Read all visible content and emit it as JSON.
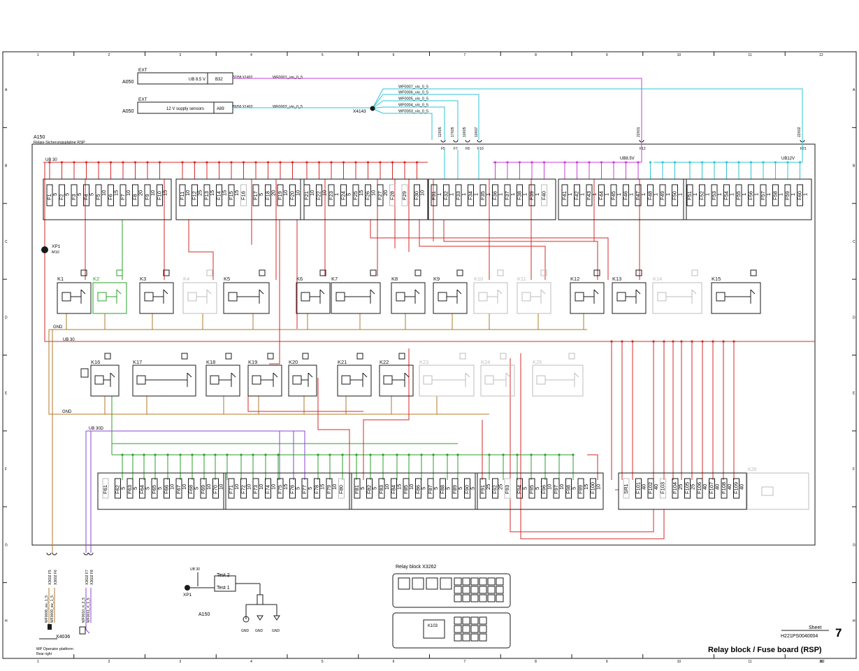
{
  "colors": {
    "red": "#d62828",
    "green": "#2aa02a",
    "cyan": "#2ec4d6",
    "magenta": "#c83cd8",
    "purple": "#8a44d0",
    "brown": "#b07a2a",
    "black": "#1a1a1a",
    "grey": "#bdbdbd"
  },
  "grid": {
    "columns": [
      "1",
      "2",
      "3",
      "4",
      "5",
      "6",
      "7",
      "8",
      "9",
      "10",
      "11",
      "12"
    ],
    "rows": [
      "A",
      "B",
      "C",
      "D",
      "E",
      "F",
      "G",
      "H"
    ]
  },
  "board": {
    "id": "A150",
    "name": "Relais-Sicherungsplatine RSP"
  },
  "ext": [
    {
      "ref": "A050",
      "label": "EXT",
      "name": "UB 8.5 V",
      "pin": "B32",
      "conn": "32/58 X1402",
      "wire": "WF0001_vio_0_5"
    },
    {
      "ref": "A050",
      "label": "EXT",
      "name": "12 V supply sensors",
      "pin": "A89",
      "conn": "89/56 X1403",
      "wire": "WF0002_vio_0_5"
    }
  ],
  "splice": "X4143",
  "wf_wires": [
    "WF0007_vio_0_5",
    "WF0006_vio_0_5",
    "WF0005_vio_0_5",
    "WF0004_vio_0_5",
    "WF0003_vio_0_5"
  ],
  "top_conns": [
    {
      "name": "12X05",
      "pin": "F5"
    },
    {
      "name": "17X05",
      "pin": "F7"
    },
    {
      "name": "10X05",
      "pin": "F8"
    },
    {
      "name": "10X07",
      "pin": "F10"
    },
    {
      "name": "22X01",
      "pin": "F12"
    },
    {
      "name": "22X02",
      "pin": "F21"
    }
  ],
  "rails": {
    "ub30": "UB 30",
    "ub85": "UB8.5V",
    "ub12": "UB12V",
    "gnd": "GND",
    "ub30d": "UB 30D"
  },
  "fuse_groups_row1": [
    [
      [
        "F1",
        "5"
      ],
      [
        "F2",
        "5"
      ],
      [
        "F3",
        "5"
      ],
      [
        "F4",
        "5"
      ],
      [
        "F5",
        "10"
      ],
      [
        "F6",
        "15"
      ],
      [
        "F7",
        "10"
      ],
      [
        "F8",
        "20"
      ],
      [
        "F9",
        "10"
      ],
      [
        "F10",
        "15"
      ]
    ],
    [
      [
        "F11",
        "10"
      ],
      [
        "F12",
        "25"
      ],
      [
        "F13",
        "15"
      ],
      [
        "F14",
        "15"
      ],
      [
        "F15",
        "15"
      ],
      [
        "F16",
        ""
      ],
      [
        "F17",
        "5"
      ],
      [
        "F18",
        "20"
      ],
      [
        "F19",
        "10"
      ],
      [
        "F20",
        "10"
      ]
    ],
    [
      [
        "F21",
        "10"
      ],
      [
        "F22",
        "10"
      ],
      [
        "F23",
        "1"
      ],
      [
        "F24",
        "5"
      ],
      [
        "F25",
        "15"
      ],
      [
        "F26",
        "10"
      ],
      [
        "F27",
        "20"
      ],
      [
        "F28",
        ""
      ],
      [
        "F29",
        ""
      ],
      [
        "F30",
        "10"
      ]
    ],
    [
      [
        "F31",
        "1"
      ],
      [
        "F32",
        "1"
      ],
      [
        "F33",
        "1"
      ],
      [
        "F34",
        "1"
      ],
      [
        "F35",
        "1"
      ],
      [
        "F36",
        "1"
      ],
      [
        "F37",
        "1"
      ],
      [
        "F38",
        "1"
      ],
      [
        "F39",
        "1"
      ],
      [
        "F40",
        ""
      ]
    ],
    [
      [
        "F41",
        "1"
      ],
      [
        "F42",
        "1"
      ],
      [
        "F43",
        "1"
      ],
      [
        "F44",
        "1"
      ],
      [
        "F45",
        "1"
      ],
      [
        "F46",
        "1"
      ],
      [
        "F47",
        "1"
      ],
      [
        "F48",
        "1"
      ],
      [
        "F49",
        "1"
      ],
      [
        "F50",
        "1"
      ]
    ],
    [
      [
        "F51",
        "1"
      ],
      [
        "F52",
        "1"
      ],
      [
        "F53",
        "1"
      ],
      [
        "F54",
        "1"
      ],
      [
        "F55",
        "1"
      ],
      [
        "F56",
        "1"
      ],
      [
        "F57",
        "1"
      ],
      [
        "F58",
        "1"
      ],
      [
        "F59",
        "1"
      ],
      [
        "F60",
        "1"
      ]
    ]
  ],
  "relays_row1": [
    "K1",
    "K2",
    "K3",
    "K4",
    "K5",
    "K6",
    "K7",
    "K8",
    "K9",
    "K10",
    "K11",
    "K12",
    "K13",
    "K14",
    "K15"
  ],
  "relays_row2": [
    "K16",
    "K17",
    "K18",
    "K19",
    "K20",
    "K21",
    "K22",
    "K23",
    "K24",
    "K25"
  ],
  "xp1": {
    "label": "XP1",
    "sub": "M10"
  },
  "fuse_groups_row2": [
    [
      [
        "F61",
        ""
      ],
      [
        "F62",
        "5"
      ],
      [
        "F63",
        "5"
      ],
      [
        "F64",
        "5"
      ],
      [
        "F65",
        "5"
      ],
      [
        "F66",
        "10"
      ],
      [
        "F67",
        "10"
      ],
      [
        "F68",
        "5"
      ],
      [
        "F69",
        "10"
      ],
      [
        "F70",
        "10"
      ]
    ],
    [
      [
        "F71",
        "10"
      ],
      [
        "F72",
        "10"
      ],
      [
        "F73",
        "10"
      ],
      [
        "F74",
        "10"
      ],
      [
        "F75",
        "15"
      ],
      [
        "F76",
        "5"
      ],
      [
        "F77",
        "5"
      ],
      [
        "F78",
        "15"
      ],
      [
        "F79",
        "10"
      ],
      [
        "F80",
        ""
      ]
    ],
    [
      [
        "F81",
        "5"
      ],
      [
        "F82",
        "5"
      ],
      [
        "F83",
        "10"
      ],
      [
        "F84",
        "15"
      ],
      [
        "F85",
        "10"
      ],
      [
        "F86",
        "5"
      ],
      [
        "F87",
        "5"
      ],
      [
        "F88",
        "5"
      ],
      [
        "F89",
        "5"
      ],
      [
        "F90",
        "5"
      ]
    ],
    [
      [
        "F91",
        "25"
      ],
      [
        "F92",
        "25"
      ],
      [
        "F93",
        ""
      ],
      [
        "F94",
        "5"
      ],
      [
        "F95",
        "5"
      ],
      [
        "F96",
        "10"
      ],
      [
        "F97",
        "10"
      ],
      [
        "F98",
        "5"
      ],
      [
        "F99",
        "15"
      ],
      [
        "F100",
        "10"
      ]
    ],
    [
      [
        "SR1",
        ""
      ],
      [
        "F101",
        "40"
      ],
      [
        "F102",
        "40"
      ],
      [
        "F103",
        ""
      ],
      [
        "F104",
        "25"
      ],
      [
        "F105",
        "25"
      ],
      [
        "F106",
        "40"
      ],
      [
        "F107",
        "40"
      ],
      [
        "F108",
        "40"
      ],
      [
        "F109",
        "40"
      ]
    ]
  ],
  "relay_k26": "K26",
  "bottom_conns": [
    "X3602 F5",
    "X3602 F6",
    "X3602 F7",
    "X3602 F8"
  ],
  "bottom_wires": [
    "WF0008_sw_1_5",
    "WF0009_sw_1_5",
    "WF0010_rt_2_5",
    "WF0011_rt_1_5"
  ],
  "x4036": {
    "label": "X4036",
    "sub1": "MP Operator platform",
    "sub2": "Rear right"
  },
  "test_inset": {
    "ub30": "UB 30",
    "test2": "Test 2",
    "test1": "Test 1",
    "xp1": "XP1",
    "a150": "A150",
    "gnd": "GND"
  },
  "relay_block": {
    "title": "Relay block X3262",
    "k103": "K103"
  },
  "title_block": {
    "sheet_label": "Sheet",
    "sheet_no": "7",
    "doc_id": "H221PS0040004",
    "title": "Relay block / Fuse board (RSP)",
    "paper": "A2"
  }
}
